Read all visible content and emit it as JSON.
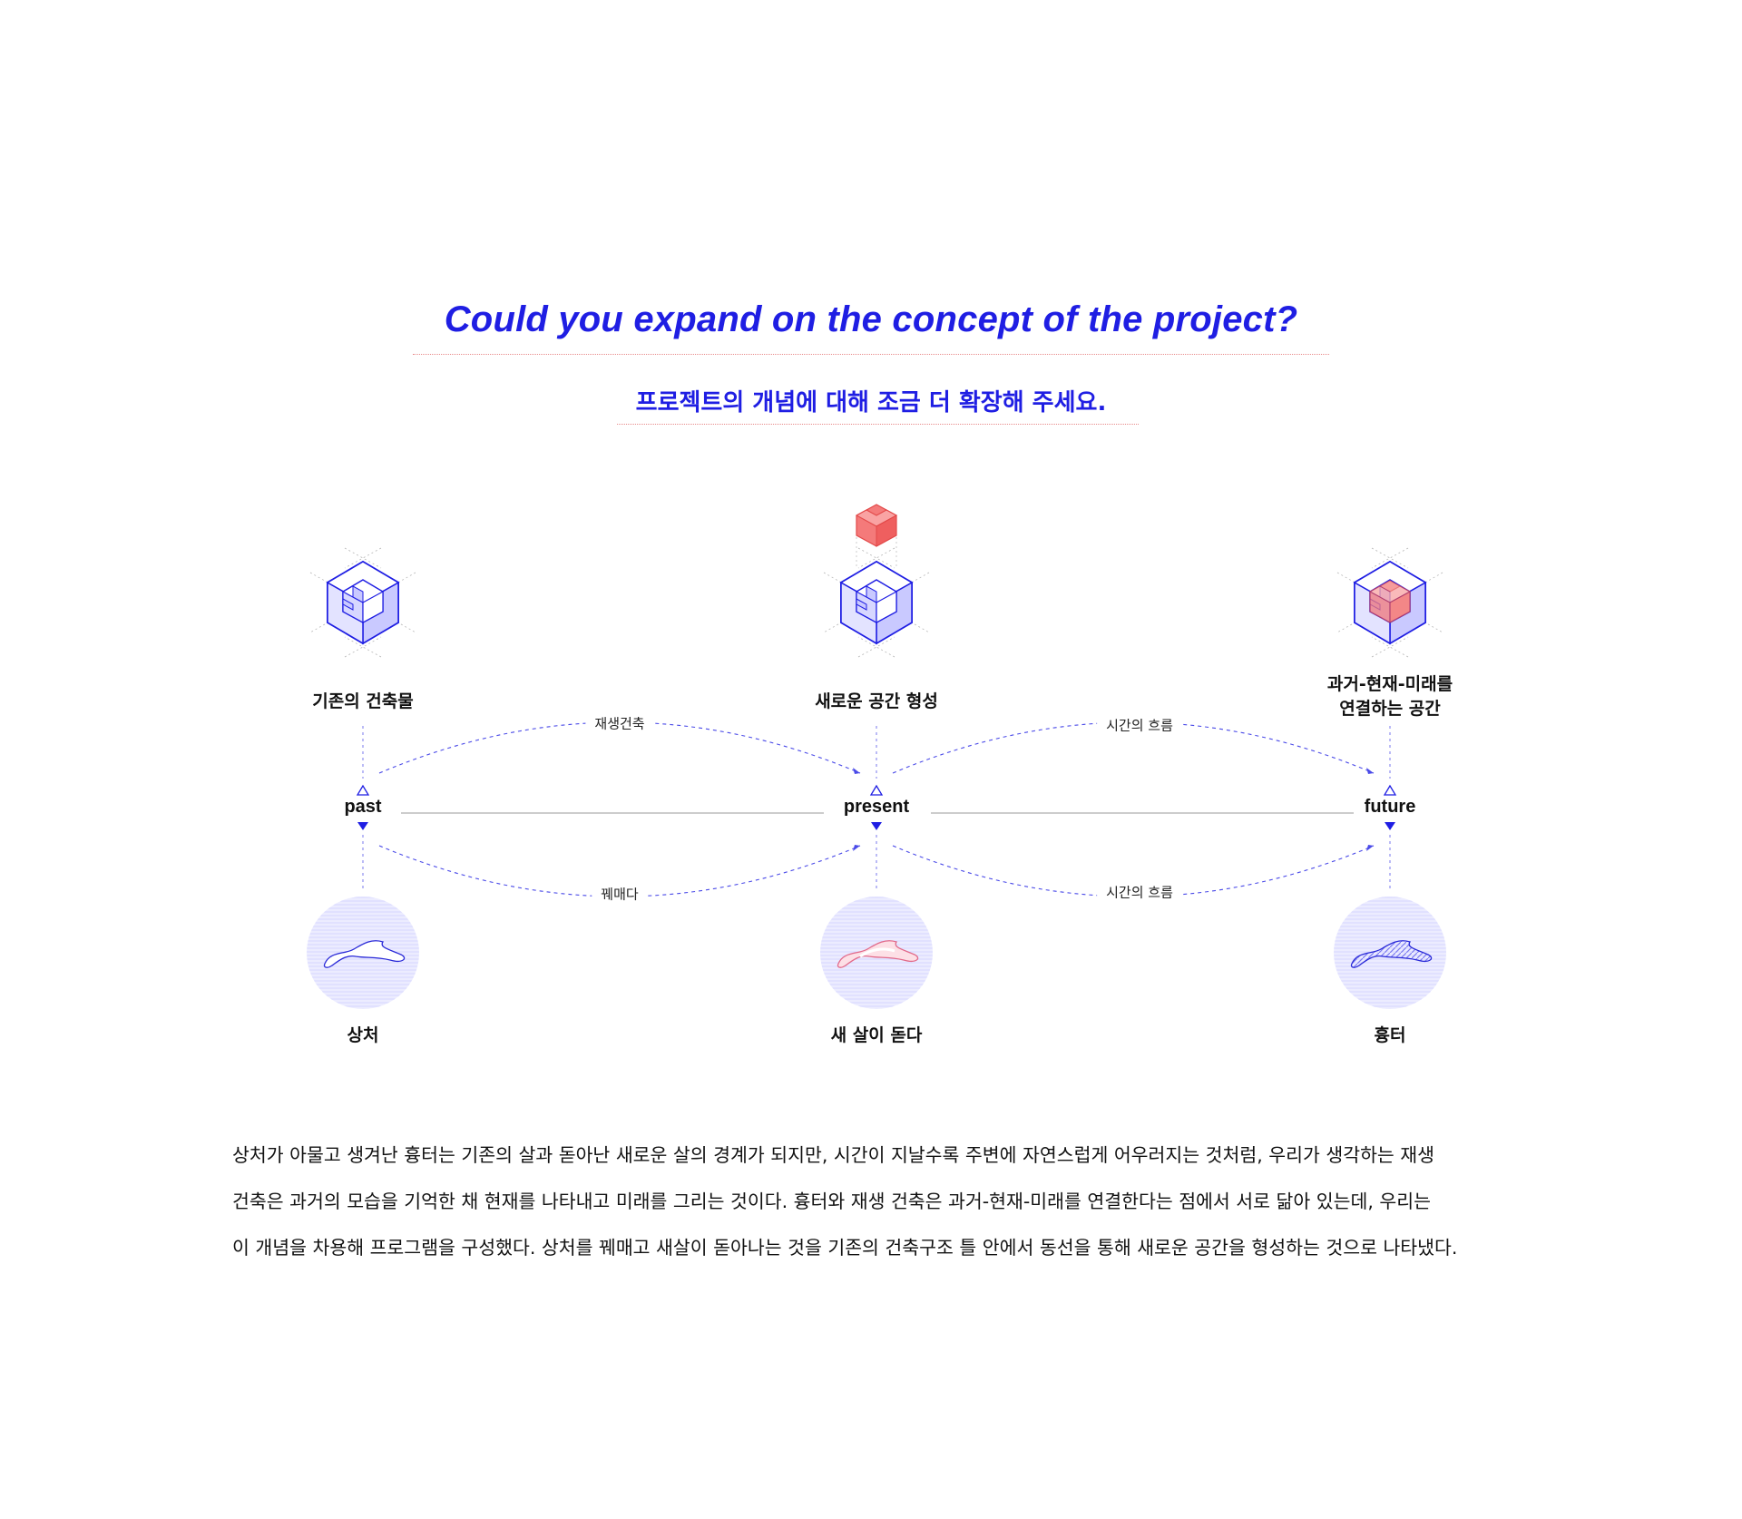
{
  "header": {
    "title_en": "Could you expand on the concept of the project?",
    "title_ko": "프로젝트의 개념에 대해 조금 더 확장해 주세요."
  },
  "diagram": {
    "columns": [
      {
        "node": "past",
        "top_label": "기존의 건축물",
        "bottom_label": "상처"
      },
      {
        "node": "present",
        "top_label": "새로운 공간 형성",
        "bottom_label": "새 살이 돋다"
      },
      {
        "node": "future",
        "top_label_line1": "과거-현재-미래를",
        "top_label_line2": "연결하는 공간",
        "bottom_label": "흉터"
      }
    ],
    "arcs": {
      "top_left": "재생건축",
      "top_right": "시간의 흐름",
      "bottom_left": "꿰매다",
      "bottom_right": "시간의 흐름"
    },
    "colors": {
      "accent_blue": "#1f1ee3",
      "cube_fill": "#c9c9ff",
      "red": "#f26b6b",
      "circle": "#e6e6ff"
    }
  },
  "body": {
    "line1": "상처가 아물고 생겨난 흉터는 기존의 살과 돋아난 새로운 살의 경계가 되지만, 시간이 지날수록 주변에 자연스럽게 어우러지는 것처럼, 우리가 생각하는 재생",
    "line2": "건축은 과거의 모습을 기억한 채 현재를 나타내고 미래를 그리는 것이다. 흉터와 재생 건축은 과거-현재-미래를 연결한다는 점에서 서로 닮아 있는데, 우리는",
    "line3": "이 개념을 차용해 프로그램을 구성했다. 상처를 꿰매고 새살이 돋아나는 것을 기존의 건축구조 틀 안에서 동선을 통해 새로운 공간을 형성하는 것으로 나타냈다."
  }
}
